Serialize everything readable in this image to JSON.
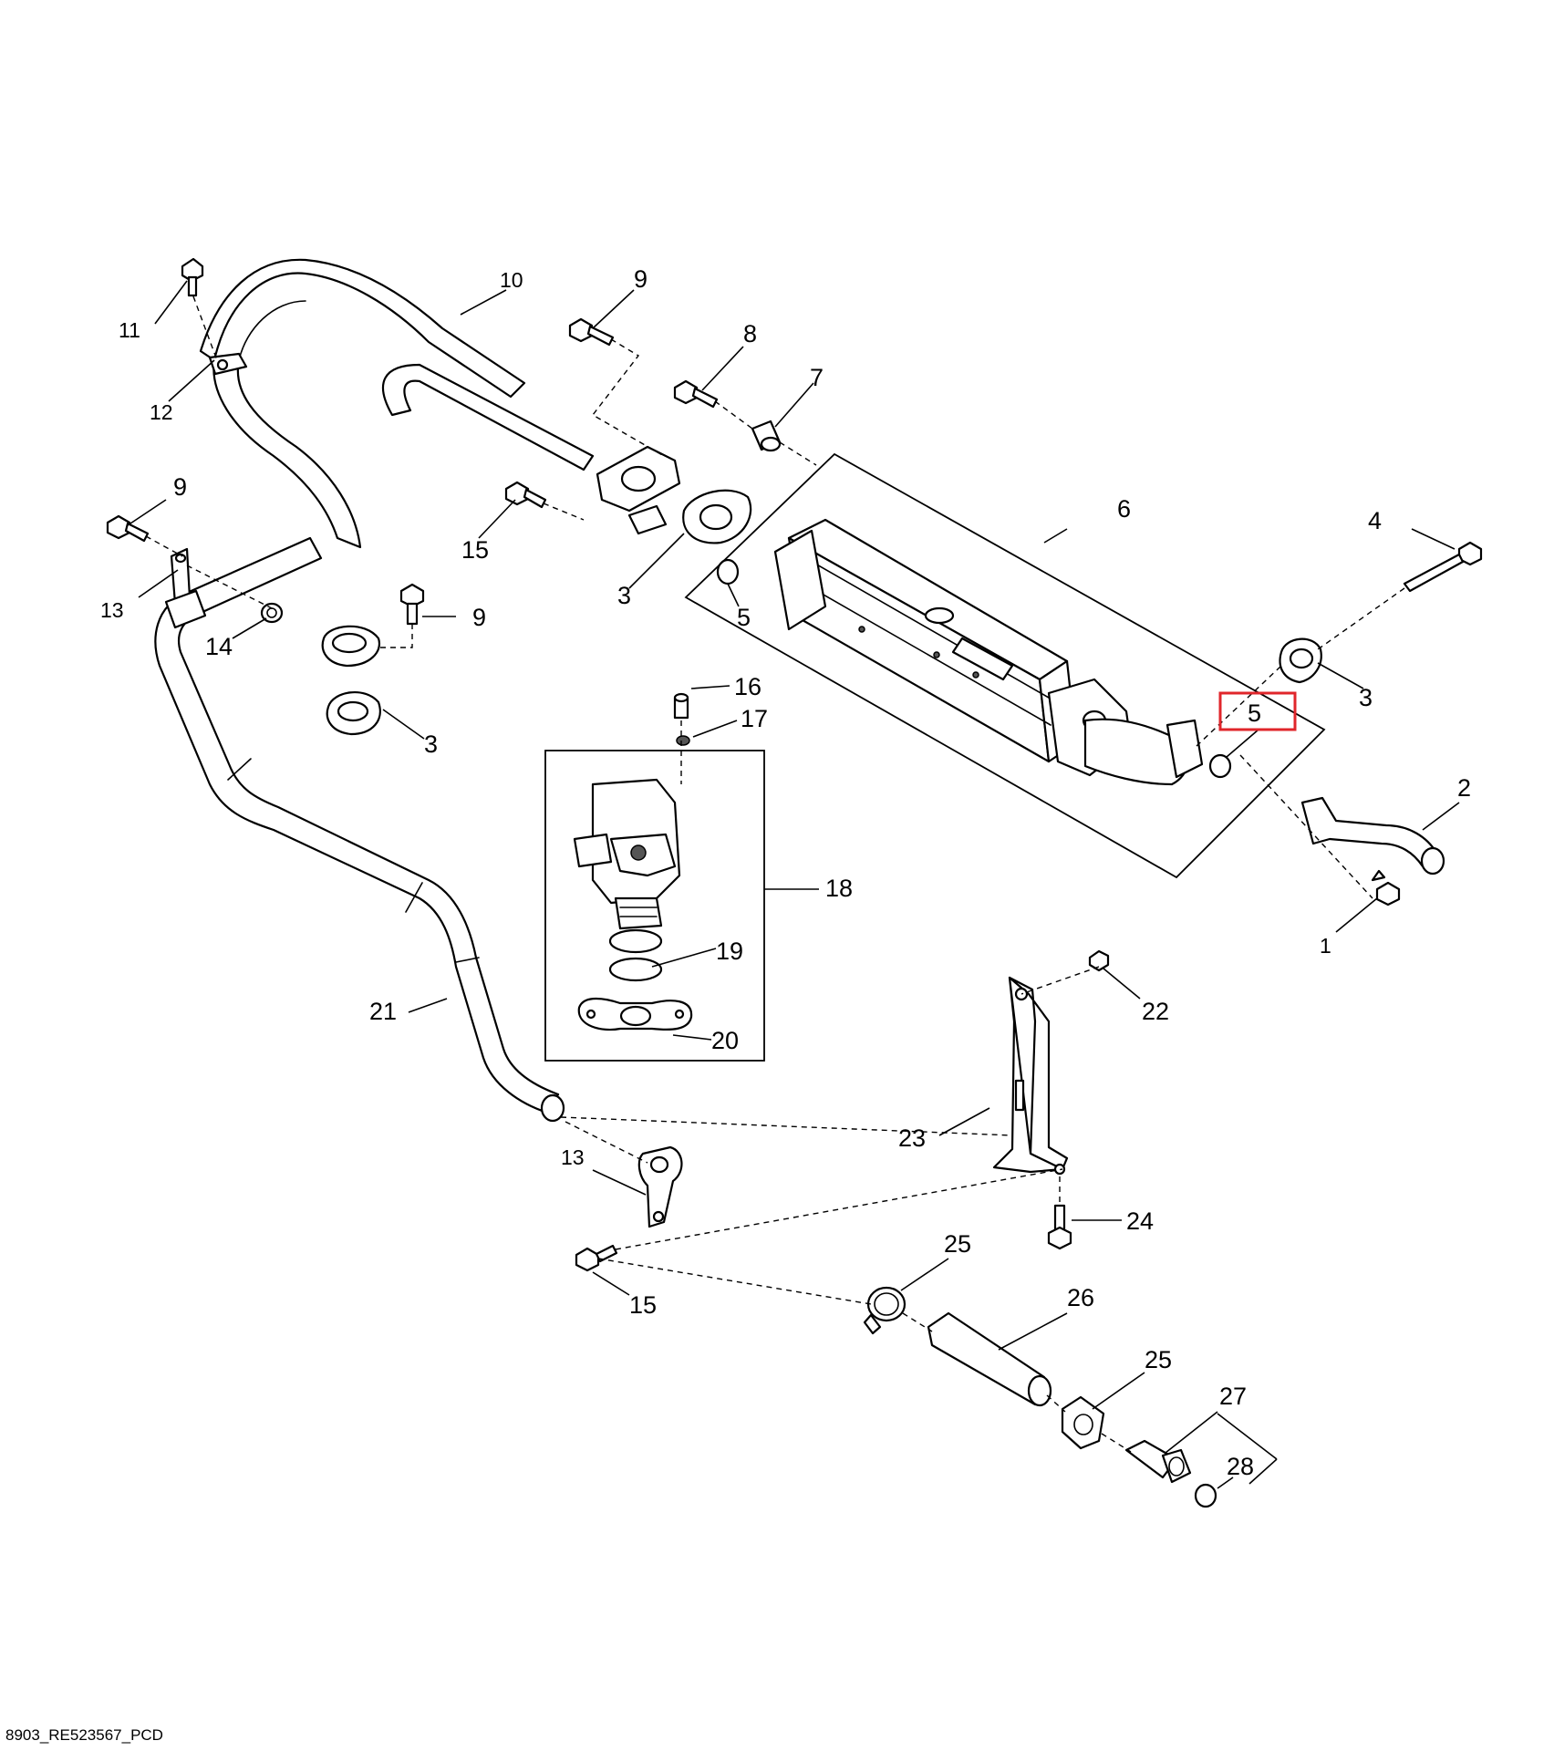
{
  "callouts": {
    "c1": "1",
    "c2": "2",
    "c3a": "3",
    "c3b": "3",
    "c3c": "3",
    "c4": "4",
    "c5a": "5",
    "c5b": "5",
    "c6": "6",
    "c7": "7",
    "c8": "8",
    "c9a": "9",
    "c9b": "9",
    "c9c": "9",
    "c10": "10",
    "c11": "11",
    "c12": "12",
    "c13a": "13",
    "c13b": "13",
    "c14": "14",
    "c15a": "15",
    "c15b": "15",
    "c16": "16",
    "c17": "17",
    "c18": "18",
    "c19": "19",
    "c20": "20",
    "c21": "21",
    "c22": "22",
    "c23": "23",
    "c24": "24",
    "c25a": "25",
    "c25b": "25",
    "c26": "26",
    "c27": "27",
    "c28": "28"
  },
  "highlight": {
    "label": "5",
    "color": "#e0262b"
  },
  "footer_code": "8903_RE523567_PCD"
}
